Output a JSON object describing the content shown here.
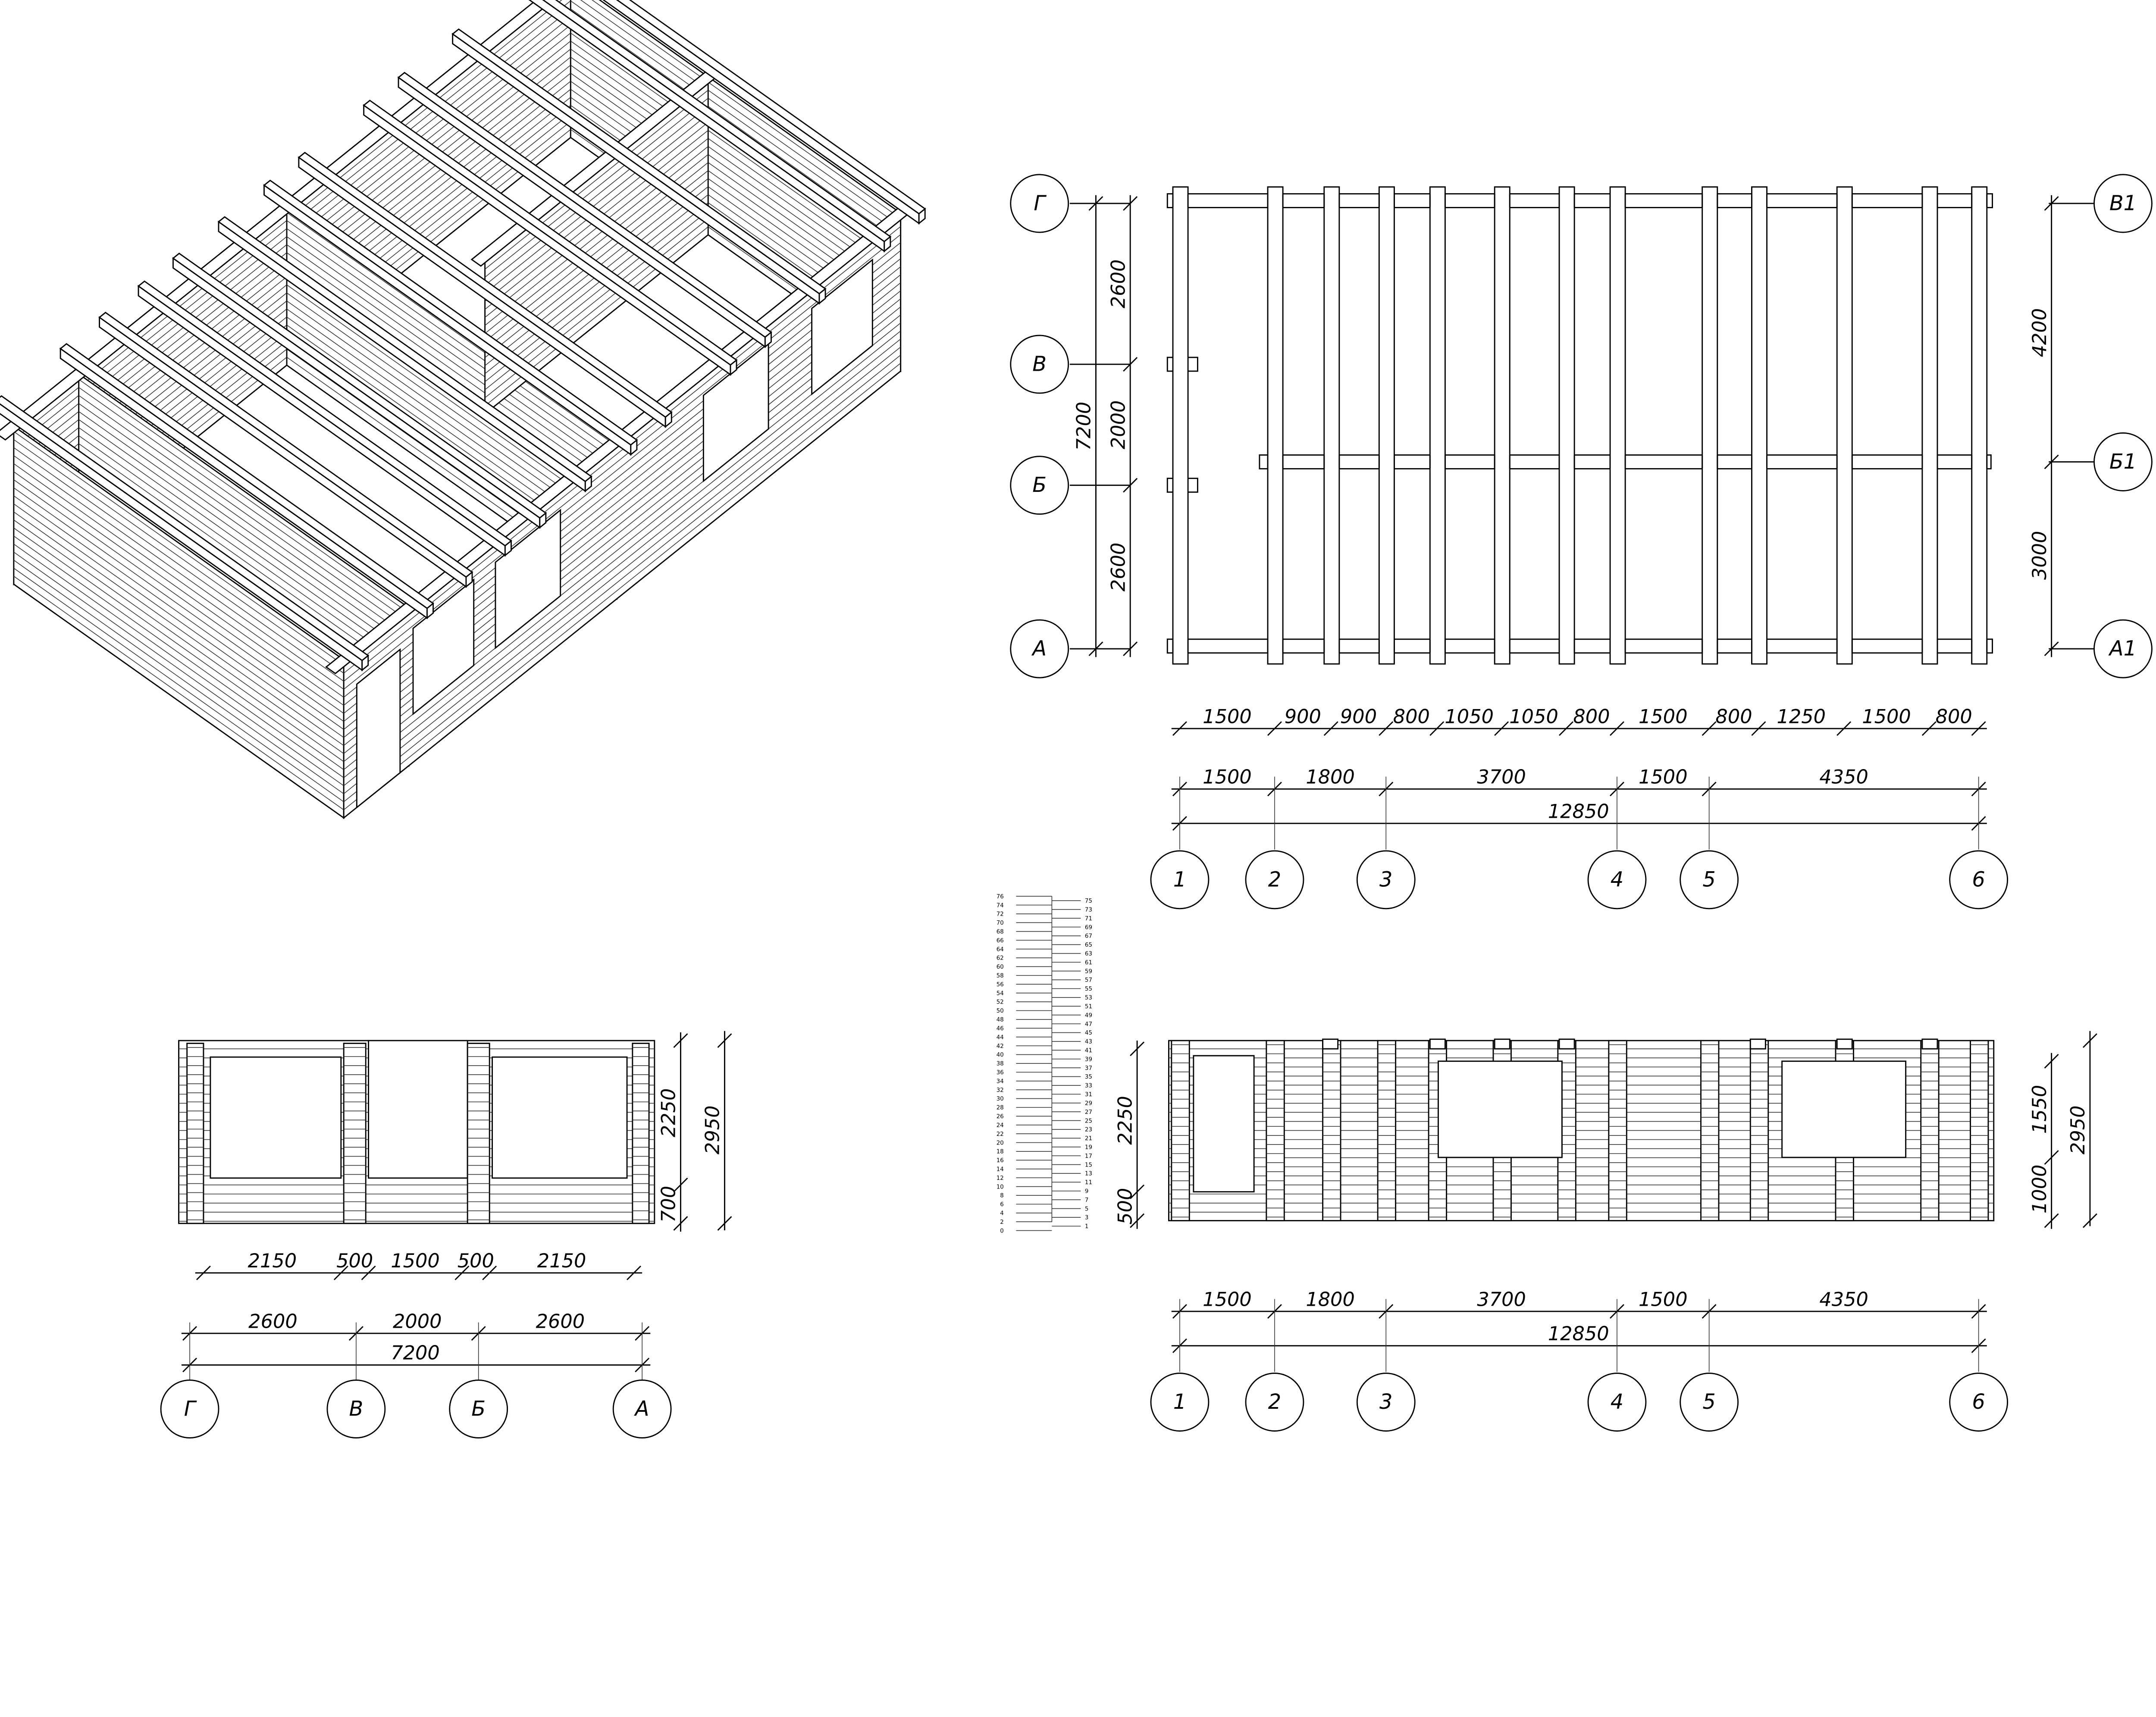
{
  "plan": {
    "left_axes": [
      "Г",
      "В",
      "Б",
      "А"
    ],
    "right_axes": [
      "В1",
      "Б1",
      "А1"
    ],
    "left_dims": [
      "2600",
      "2000",
      "2600"
    ],
    "left_total": "7200",
    "right_dims": [
      "4200",
      "3000"
    ],
    "bottom_row1": [
      "1500",
      "900",
      "900",
      "800",
      "1050",
      "1050",
      "800",
      "1500",
      "800",
      "1250",
      "1500",
      "800"
    ],
    "bottom_row2": [
      "1500",
      "1800",
      "3700",
      "1500",
      "4350"
    ],
    "bottom_total": "12850",
    "bottom_axes": [
      "1",
      "2",
      "3",
      "4",
      "5",
      "6"
    ]
  },
  "front_elevation": {
    "left_dims": [
      "2250",
      "500"
    ],
    "right_dims": [
      "1550",
      "1000"
    ],
    "right_total": "2950",
    "bottom_row1": [
      "1500",
      "1800",
      "3700",
      "1500",
      "4350"
    ],
    "bottom_total": "12850",
    "bottom_axes": [
      "1",
      "2",
      "3",
      "4",
      "5",
      "6"
    ]
  },
  "side_elevation": {
    "right_dims": [
      "2250",
      "700"
    ],
    "right_total": "2950",
    "bottom_row1": [
      "2150",
      "500",
      "1500",
      "500",
      "2150"
    ],
    "bottom_row2": [
      "2600",
      "2000",
      "2600"
    ],
    "bottom_total": "7200",
    "bottom_axes": [
      "Г",
      "В",
      "Б",
      "А"
    ]
  },
  "log_numbering": {
    "even": [
      "76",
      "74",
      "72",
      "70",
      "68",
      "66",
      "64",
      "62",
      "60",
      "58",
      "56",
      "54",
      "52",
      "50",
      "48",
      "46",
      "44",
      "42",
      "40",
      "38",
      "36",
      "34",
      "32",
      "30",
      "28",
      "26",
      "24",
      "22",
      "20",
      "18",
      "16",
      "14",
      "12",
      "10",
      "8",
      "6",
      "4",
      "2",
      "0"
    ],
    "odd": [
      "75",
      "73",
      "71",
      "69",
      "67",
      "65",
      "63",
      "61",
      "59",
      "57",
      "55",
      "53",
      "51",
      "49",
      "47",
      "45",
      "43",
      "41",
      "39",
      "37",
      "35",
      "33",
      "31",
      "29",
      "27",
      "25",
      "23",
      "21",
      "19",
      "17",
      "15",
      "13",
      "11",
      "9",
      "7",
      "5",
      "3",
      "1"
    ]
  }
}
